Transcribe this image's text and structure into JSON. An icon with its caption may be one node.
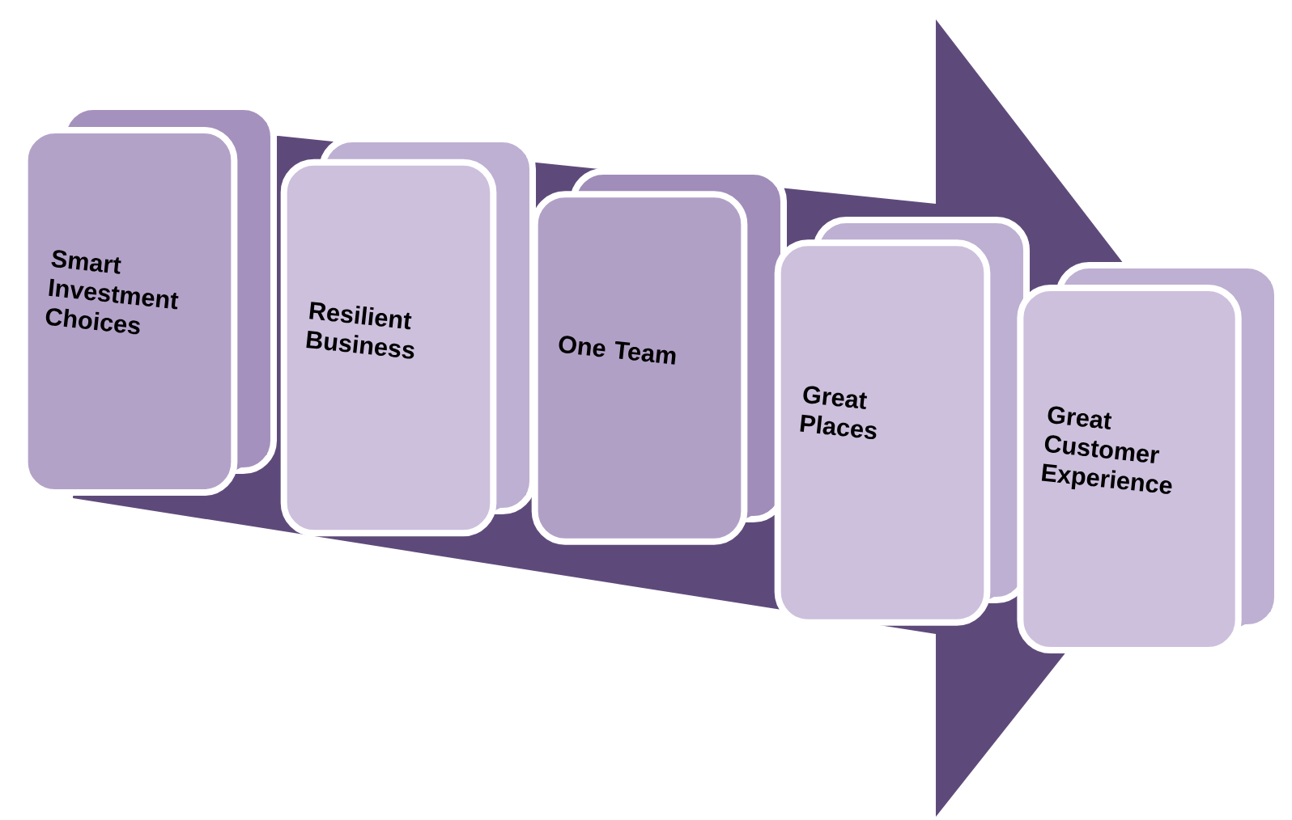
{
  "diagram": {
    "nodes": [
      {
        "text": [
          "Smart Investment Choices"
        ]
      },
      {
        "text": [
          "Resilient Business"
        ]
      },
      {
        "text": [
          "One Team"
        ]
      },
      {
        "text": [
          "Great Places"
        ]
      },
      {
        "text": [
          "Great Customer Experience"
        ]
      }
    ],
    "edges": [
      {
        "from": 0,
        "to": 4,
        "arrow": "to"
      }
    ]
  }
}
